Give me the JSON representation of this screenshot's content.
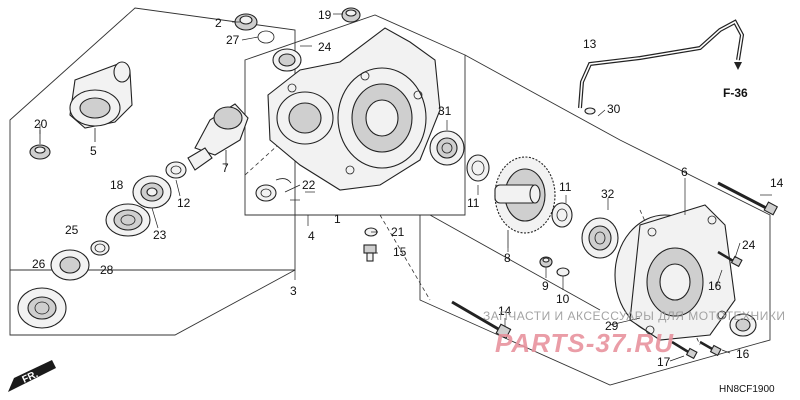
{
  "diagram_code": "HN8CF1900",
  "page_ref": "F-36",
  "direction_label": "FR.",
  "watermark": {
    "line1": "ЗАПЧАСТИ И АКСЕССУАРЫ ДЛЯ МОТОТЕХНИКИ",
    "line2": "PARTS-37.RU"
  },
  "callouts": [
    {
      "id": "c1",
      "number": "1"
    },
    {
      "id": "c2",
      "number": "2"
    },
    {
      "id": "c3",
      "number": "3"
    },
    {
      "id": "c4",
      "number": "4"
    },
    {
      "id": "c5",
      "number": "5"
    },
    {
      "id": "c6",
      "number": "6"
    },
    {
      "id": "c7",
      "number": "7"
    },
    {
      "id": "c8",
      "number": "8"
    },
    {
      "id": "c9",
      "number": "9"
    },
    {
      "id": "c10",
      "number": "10"
    },
    {
      "id": "c11a",
      "number": "11"
    },
    {
      "id": "c11b",
      "number": "11"
    },
    {
      "id": "c12",
      "number": "12"
    },
    {
      "id": "c13",
      "number": "13"
    },
    {
      "id": "c14a",
      "number": "14"
    },
    {
      "id": "c14b",
      "number": "14"
    },
    {
      "id": "c15",
      "number": "15"
    },
    {
      "id": "c16a",
      "number": "16"
    },
    {
      "id": "c16b",
      "number": "16"
    },
    {
      "id": "c17",
      "number": "17"
    },
    {
      "id": "c18",
      "number": "18"
    },
    {
      "id": "c19",
      "number": "19"
    },
    {
      "id": "c20",
      "number": "20"
    },
    {
      "id": "c21",
      "number": "21"
    },
    {
      "id": "c22",
      "number": "22"
    },
    {
      "id": "c23",
      "number": "23"
    },
    {
      "id": "c24a",
      "number": "24"
    },
    {
      "id": "c24b",
      "number": "24"
    },
    {
      "id": "c25",
      "number": "25"
    },
    {
      "id": "c26",
      "number": "26"
    },
    {
      "id": "c27",
      "number": "27"
    },
    {
      "id": "c28",
      "number": "28"
    },
    {
      "id": "c29",
      "number": "29"
    },
    {
      "id": "c30",
      "number": "30"
    },
    {
      "id": "c31",
      "number": "31"
    },
    {
      "id": "c32",
      "number": "32"
    }
  ]
}
